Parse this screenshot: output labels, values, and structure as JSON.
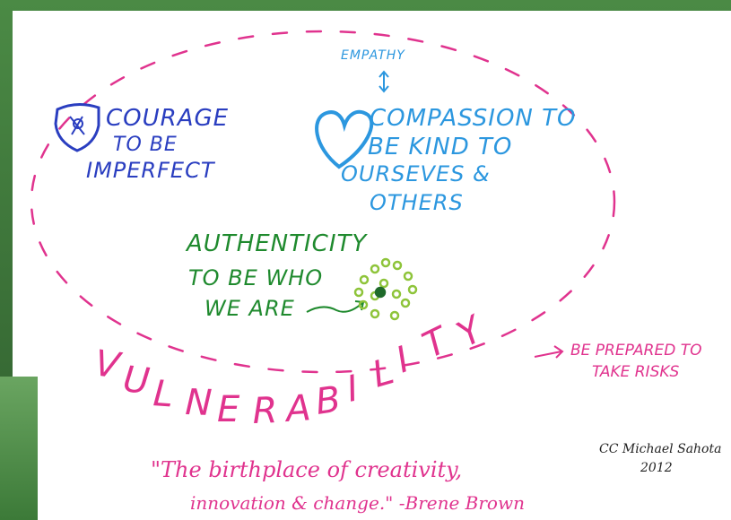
{
  "colors": {
    "dark_blue": "#2a3ec0",
    "light_blue": "#2c97df",
    "green": "#1f8a2e",
    "pink": "#e0338e",
    "ellipse": "#e0338e",
    "lime": "#8ec43a"
  },
  "empathy": "EMPATHY",
  "courage": {
    "line1": "COURAGE",
    "line2": "TO BE",
    "line3": "IMPERFECT",
    "icon": "shield-icon"
  },
  "compassion": {
    "line1": "COMPASSION TO",
    "line2": "BE KIND TO",
    "line3": "OURSEVES &",
    "line4": "OTHERS",
    "icon": "heart-icon"
  },
  "authenticity": {
    "line1": "AUTHENTICITY",
    "line2": "TO BE WHO",
    "line3": "WE ARE",
    "icon": "circle-cluster-icon"
  },
  "vulnerability": "VULNERABILITY",
  "risks": {
    "line1": "BE PREPARED TO",
    "line2": "TAKE RISKS"
  },
  "quote": {
    "line1": "\"The birthplace of creativity,",
    "line2": "innovation & change.\" -Brene Brown"
  },
  "credit": {
    "line1": "CC Michael Sahota",
    "line2": "2012"
  }
}
